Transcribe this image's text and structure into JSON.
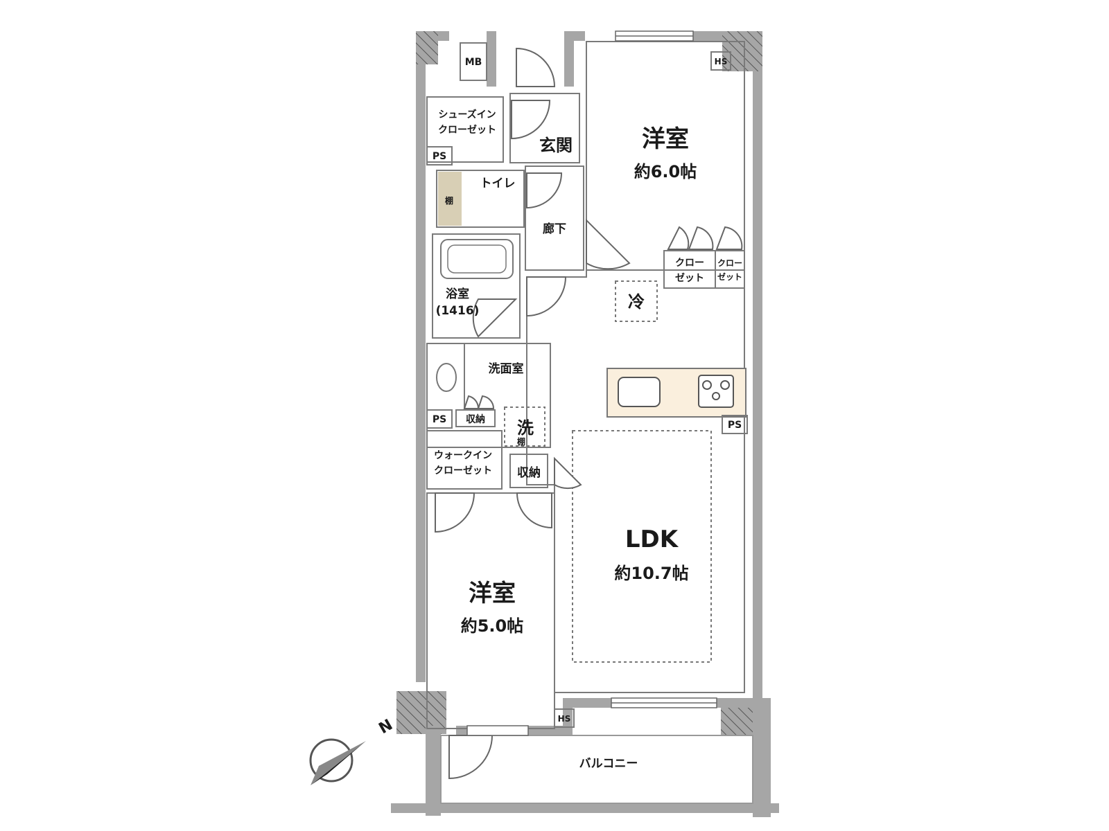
{
  "rooms": {
    "western_north": {
      "name": "洋室",
      "area": "約6.0帖"
    },
    "western_south": {
      "name": "洋室",
      "area": "約5.0帖"
    },
    "ldk": {
      "name": "LDK",
      "area": "約10.7帖"
    },
    "entrance": {
      "name": "玄関"
    },
    "hallway": {
      "name": "廊下"
    },
    "toilet": {
      "name": "トイレ"
    },
    "bath": {
      "name": "浴室",
      "size": "(1416)"
    },
    "washroom": {
      "name": "洗面室"
    },
    "balcony": {
      "name": "バルコニー"
    }
  },
  "storage": {
    "shoes_closet": {
      "line1": "シューズイン",
      "line2": "クローゼット"
    },
    "walkin_closet": {
      "line1": "ウォークイン",
      "line2": "クローゼット"
    },
    "closet_a": {
      "line1": "クロー",
      "line2": "ゼット"
    },
    "closet_b": {
      "line1": "クロー",
      "line2": "ゼット"
    },
    "storage_small": "収納",
    "storage_mid": "収納",
    "shelf_toilet": "棚",
    "shelf_wash": "棚"
  },
  "fixtures": {
    "mb": "MB",
    "ps_1": "PS",
    "ps_2": "PS",
    "ps_3": "PS",
    "hs_1": "HS",
    "hs_2": "HS",
    "fridge": "冷",
    "washer": "洗"
  },
  "compass": {
    "north_label": "N",
    "icon": "compass-north-icon"
  },
  "colors": {
    "wall": "#a6a6a6",
    "room_floor": "#fbf6e6",
    "ldk_floor": "#faefdd",
    "wet_area": "#e6f3fb",
    "storage": "#d8cfb5",
    "entrance_tile": "#ffffff"
  }
}
